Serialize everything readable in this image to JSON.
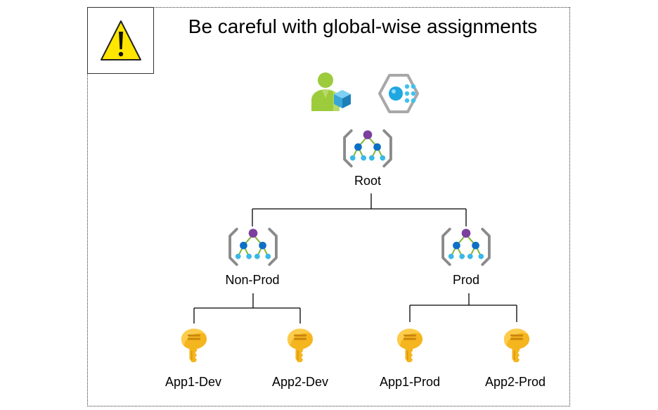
{
  "diagram": {
    "title": "Be careful with global-wise assignments",
    "icons": {
      "warning": "warning-triangle-icon",
      "identity": "managed-identity-icon",
      "policy": "azure-policy-icon",
      "management_group": "management-group-icon",
      "key": "key-icon"
    },
    "colors": {
      "warning_yellow": "#FFE600",
      "mg_purple": "#7B3F9E",
      "mg_blue": "#0E6FC7",
      "mg_teal": "#3AB8E8",
      "mg_green": "#86B83C",
      "mg_bracket": "#8A8A8A",
      "key_gold": "#F5B51E",
      "identity_green": "#9CCB3B",
      "identity_cube": "#3AA6D8",
      "policy_hex": "#A8A8A8",
      "policy_core": "#1EA7E1"
    },
    "nodes": {
      "root": {
        "label": "Root"
      },
      "non_prod": {
        "label": "Non-Prod"
      },
      "prod": {
        "label": "Prod"
      },
      "app1_dev": {
        "label": "App1-Dev"
      },
      "app2_dev": {
        "label": "App2-Dev"
      },
      "app1_prod": {
        "label": "App1-Prod"
      },
      "app2_prod": {
        "label": "App2-Prod"
      }
    }
  }
}
